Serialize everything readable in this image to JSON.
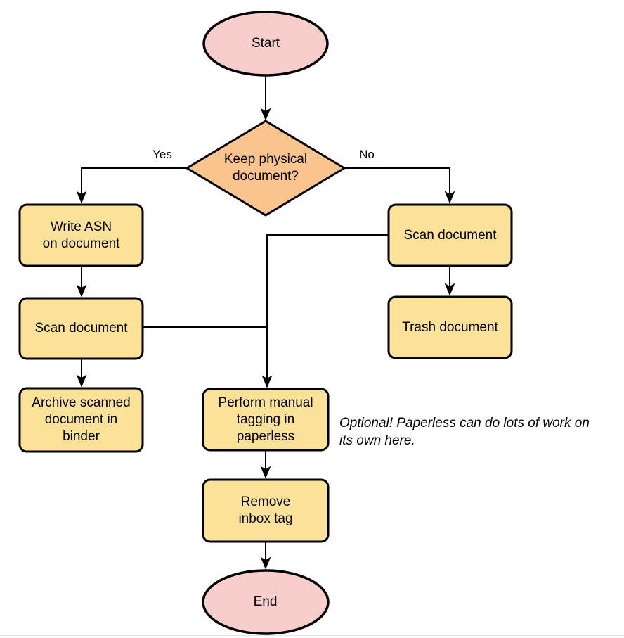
{
  "colors": {
    "terminal_fill": "#F8CECC",
    "decision_fill": "#FAC48E",
    "process_fill": "#FBE298",
    "stroke": "#000000"
  },
  "nodes": {
    "start": {
      "type": "terminal",
      "label": "Start"
    },
    "decision": {
      "type": "decision",
      "label": "Keep physical\ndocument?"
    },
    "write_asn": {
      "type": "process",
      "label": "Write ASN\non document"
    },
    "scan_left": {
      "type": "process",
      "label": "Scan document"
    },
    "archive": {
      "type": "process",
      "label": "Archive scanned\ndocument in\nbinder"
    },
    "scan_right": {
      "type": "process",
      "label": "Scan document"
    },
    "trash": {
      "type": "process",
      "label": "Trash document"
    },
    "tagging": {
      "type": "process",
      "label": "Perform manual\ntagging in\npaperless"
    },
    "remove_tag": {
      "type": "process",
      "label": "Remove\ninbox tag"
    },
    "end": {
      "type": "terminal",
      "label": "End"
    }
  },
  "edge_labels": {
    "yes": "Yes",
    "no": "No"
  },
  "note": {
    "text": "Optional! Paperless can do lots of work on\nits own here."
  }
}
